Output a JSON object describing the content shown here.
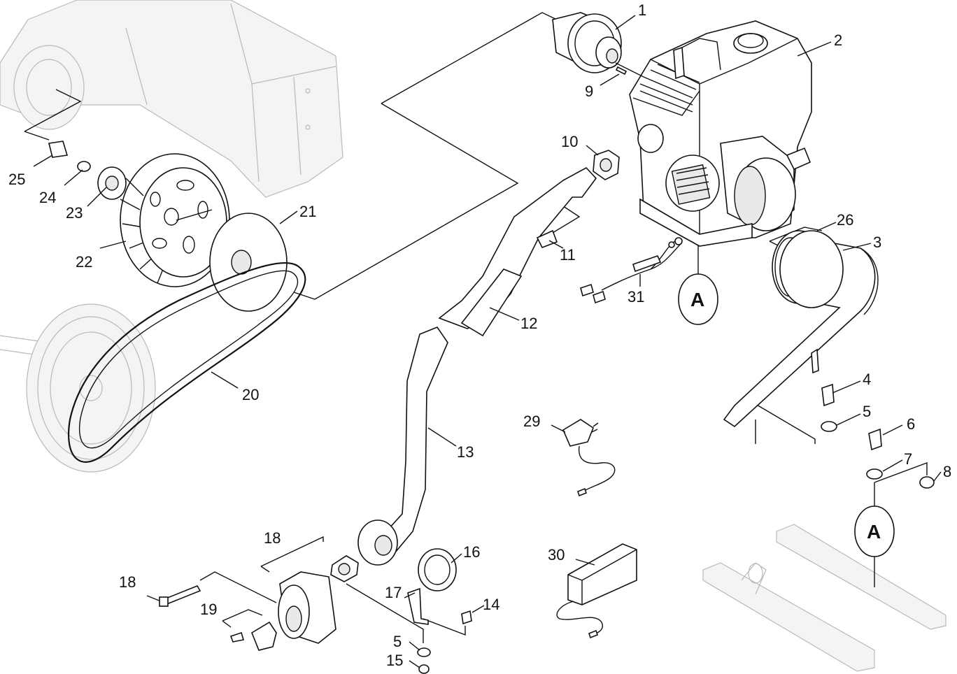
{
  "diagram": {
    "callouts": [
      {
        "id": "c1",
        "label": "1"
      },
      {
        "id": "c2",
        "label": "2"
      },
      {
        "id": "c3",
        "label": "3"
      },
      {
        "id": "c4",
        "label": "4"
      },
      {
        "id": "c5a",
        "label": "5"
      },
      {
        "id": "c6",
        "label": "6"
      },
      {
        "id": "c7",
        "label": "7"
      },
      {
        "id": "c8",
        "label": "8"
      },
      {
        "id": "c9",
        "label": "9"
      },
      {
        "id": "c10",
        "label": "10"
      },
      {
        "id": "c11",
        "label": "11"
      },
      {
        "id": "c12",
        "label": "12"
      },
      {
        "id": "c13",
        "label": "13"
      },
      {
        "id": "c14",
        "label": "14"
      },
      {
        "id": "c5b",
        "label": "5"
      },
      {
        "id": "c15",
        "label": "15"
      },
      {
        "id": "c16",
        "label": "16"
      },
      {
        "id": "c17",
        "label": "17"
      },
      {
        "id": "c18a",
        "label": "18"
      },
      {
        "id": "c18b",
        "label": "18"
      },
      {
        "id": "c19",
        "label": "19"
      },
      {
        "id": "c20",
        "label": "20"
      },
      {
        "id": "c21",
        "label": "21"
      },
      {
        "id": "c22",
        "label": "22"
      },
      {
        "id": "c23",
        "label": "23"
      },
      {
        "id": "c24",
        "label": "24"
      },
      {
        "id": "c25",
        "label": "25"
      },
      {
        "id": "c26",
        "label": "26"
      },
      {
        "id": "c29",
        "label": "29"
      },
      {
        "id": "c30",
        "label": "30"
      },
      {
        "id": "c31",
        "label": "31"
      }
    ],
    "connection_marks": [
      {
        "id": "m1",
        "label": "A"
      },
      {
        "id": "m2",
        "label": "A"
      }
    ]
  }
}
